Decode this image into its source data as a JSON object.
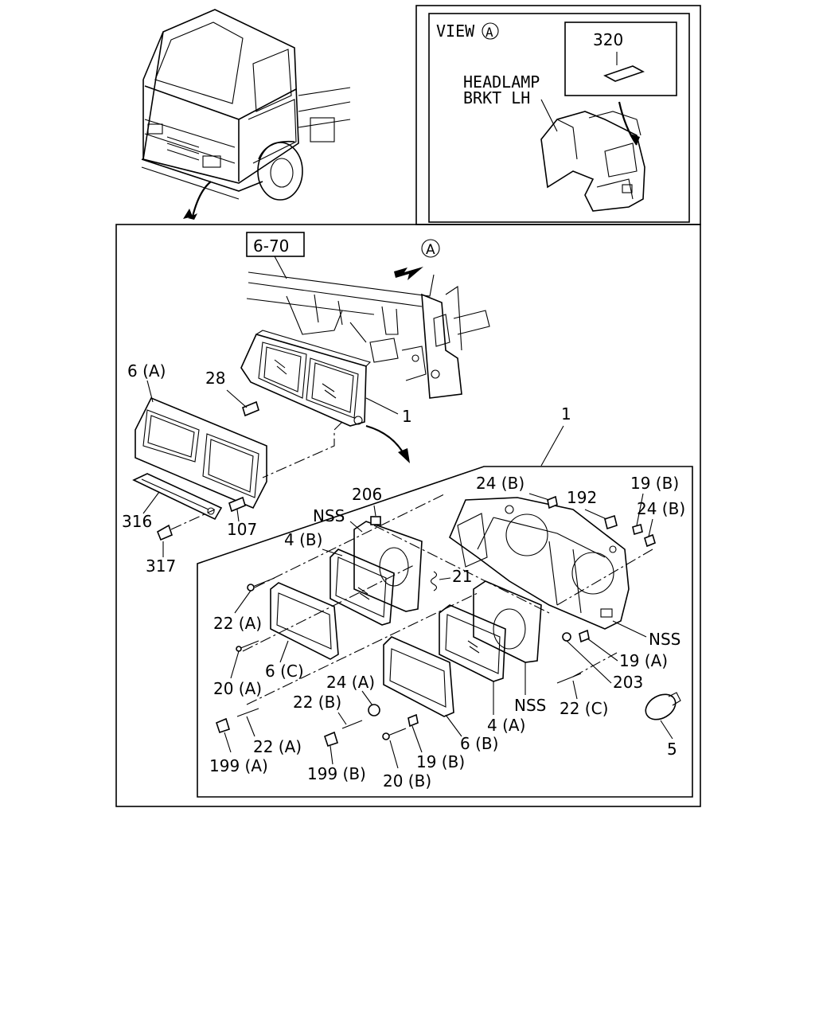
{
  "view_panel": {
    "title": "VIEW",
    "marker": "A",
    "part_320": "320",
    "bracket_label_line1": "HEADLAMP",
    "bracket_label_line2": "BRKT LH"
  },
  "main_panel": {
    "ref_box": "6-70",
    "view_marker": "A",
    "labels": {
      "p6a": "6 (A)",
      "p28": "28",
      "p1_upper": "1",
      "p1_lower": "1",
      "p316": "316",
      "p107": "107",
      "p317": "317"
    }
  },
  "detail_panel": {
    "labels": {
      "p24b_top": "24 (B)",
      "p192": "192",
      "p19b_top": "19 (B)",
      "p24b_right": "24 (B)",
      "p206": "206",
      "nss_left": "NSS",
      "p4b": "4 (B)",
      "p21": "21",
      "p22a_upper": "22 (A)",
      "nss_right": "NSS",
      "p19a": "19 (A)",
      "p20a": "20 (A)",
      "p6c": "6 (C)",
      "p203": "203",
      "p24a": "24 (A)",
      "p22b": "22 (B)",
      "nss_lower": "NSS",
      "p22c": "22 (C)",
      "p22a_lower": "22 (A)",
      "p4a": "4 (A)",
      "p6b": "6 (B)",
      "p5": "5",
      "p199a": "199 (A)",
      "p199b": "199 (B)",
      "p19b_lower": "19 (B)",
      "p20b": "20 (B)"
    }
  }
}
